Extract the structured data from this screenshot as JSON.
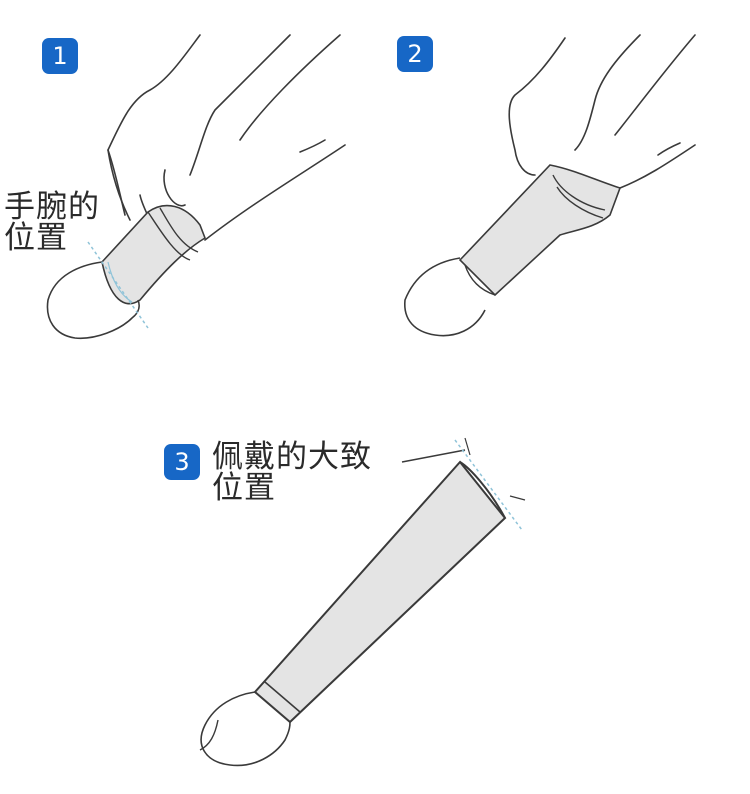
{
  "colors": {
    "badge": "#1767c6",
    "sleeve_fill": "#e4e4e4",
    "outline": "#3a3a3a",
    "guide_line": "#8fc3d8",
    "label_text": "#2a2a2a"
  },
  "steps": [
    {
      "number": "1",
      "label_line1": "手腕的",
      "label_line2": "位置",
      "description_icon": "hands-pulling-sleeve-at-wrist-illustration"
    },
    {
      "number": "2",
      "label_line1": "",
      "label_line2": "",
      "description_icon": "hands-pulling-sleeve-up-forearm-illustration"
    },
    {
      "number": "3",
      "label_line1": "佩戴的大致",
      "label_line2": "位置",
      "description_icon": "full-arm-sleeve-worn-illustration"
    }
  ]
}
